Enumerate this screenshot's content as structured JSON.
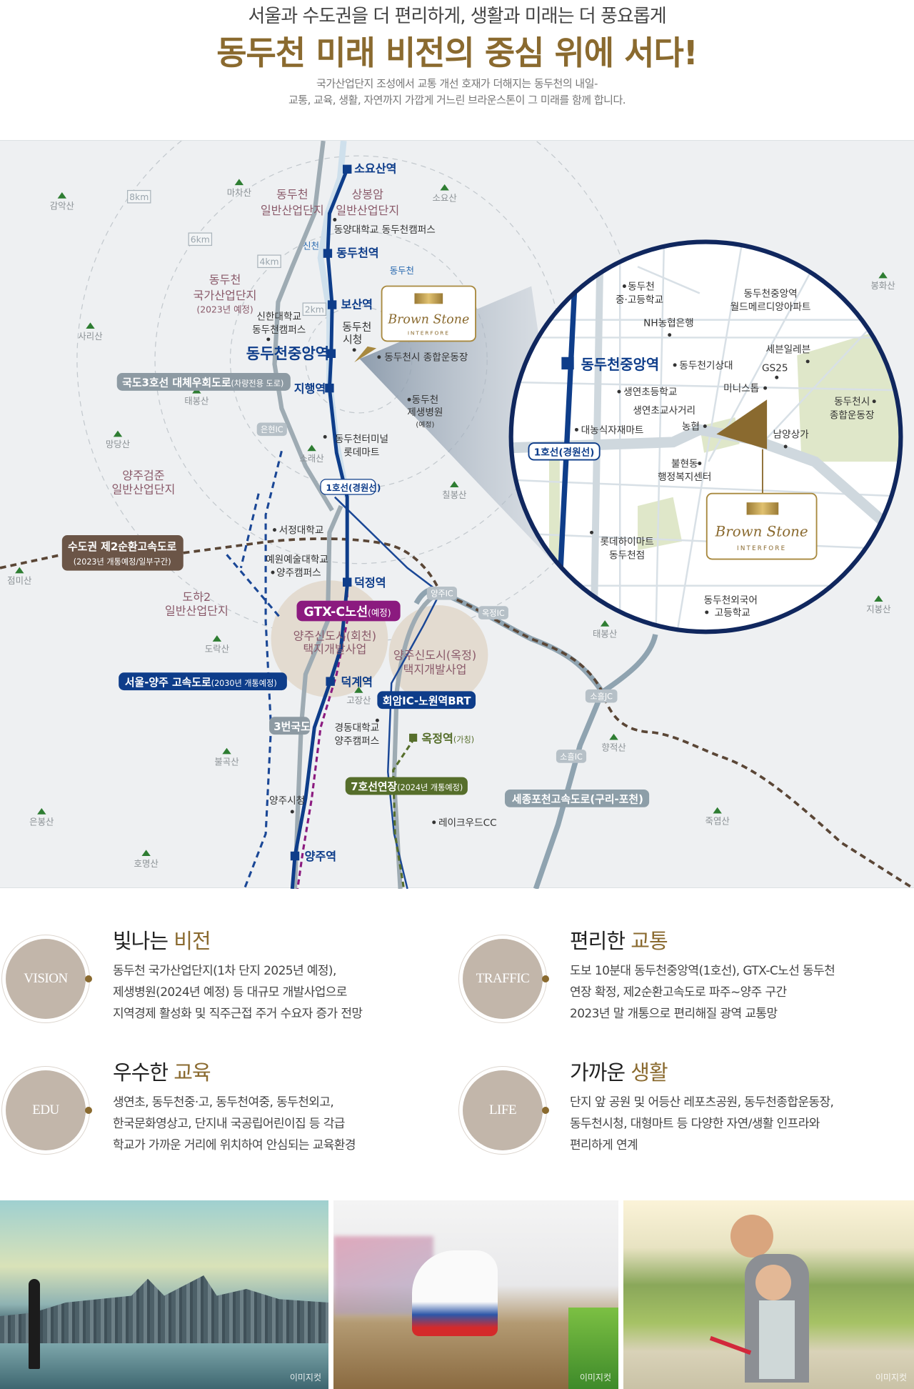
{
  "header": {
    "line1": "서울과 수도권을 더 편리하게, 생활과 미래는 더 풍요롭게",
    "title": "동두천 미래 비전의 중심 위에 서다!",
    "desc1": "국가산업단지 조성에서 교통 개선 호재가 더해지는 동두천의 내일-",
    "desc2": "교통, 교육, 생활, 자연까지 가깝게 거느린 브라운스톤이 그 미래를 함께 합니다."
  },
  "map": {
    "stations": {
      "soyosan": "소요산역",
      "dongducheon": "동두천역",
      "bosan": "보산역",
      "central": "동두천중앙역",
      "jihaeng": "지행역",
      "deokjeong": "덕정역",
      "deokgye": "덕계역",
      "yangju": "양주역",
      "okjeong": "옥정역",
      "okjeong_note": "(가칭)"
    },
    "districts": {
      "sangbong_1": "상봉암",
      "sangbong_2": "일반산업단지",
      "ddc_ind_1": "동두천",
      "ddc_ind_2": "일반산업단지",
      "national_1": "동두천",
      "national_2": "국가산업단지",
      "national_3": "(2023년 예정)",
      "geomjun_1": "양주검준",
      "geomjun_2": "일반산업단지",
      "doha_1": "도하2",
      "doha_2": "일반산업단지",
      "hoecheon_1": "양주신도시(회천)",
      "hoecheon_2": "택지개발사업",
      "okjeong_1": "양주신도시(옥정)",
      "okjeong_2": "택지개발사업"
    },
    "poi": {
      "dongyang": "동양대학교 동두천캠퍼스",
      "shinhan_1": "신한대학교",
      "shinhan_2": "동두천캠퍼스",
      "cityhall_1": "동두천",
      "cityhall_2": "시청",
      "stadium": "동두천시 종합운동장",
      "hospital_1": "동두천",
      "hospital_2": "제생병원",
      "hospital_3": "(예정)",
      "terminal_1": "동두천터미널",
      "terminal_2": "롯데마트",
      "seojeong": "서정대학교",
      "yewon_1": "예원예술대학교",
      "yewon_2": "양주캠퍼스",
      "kyungdong_1": "경동대학교",
      "kyungdong_2": "양주캠퍼스",
      "yangju_hall": "양주시청",
      "lakewood": "레이크우드CC"
    },
    "water": {
      "sincheon": "신천",
      "dongducheon": "동두천"
    },
    "mountains": [
      "감악산",
      "마차산",
      "소요산",
      "사리산",
      "태봉산",
      "망당산",
      "소래산",
      "칠봉산",
      "점미산",
      "도락산",
      "태봉산",
      "고장산",
      "향적산",
      "불곡산",
      "은봉산",
      "죽엽산",
      "호명산",
      "봉화산",
      "지봉산"
    ],
    "distances": [
      "8km",
      "6km",
      "4km",
      "2km"
    ],
    "ic": {
      "eunhyeon": "은현IC",
      "yangju": "양주IC",
      "okjeong": "옥정IC",
      "soheul_jc": "소흘JC",
      "soheul_ic": "소흘IC"
    },
    "pills": {
      "route3_bypass": "국도3호선 대체우회도로",
      "route3_bypass_note": "(차량전용 도로)",
      "line1": "1호선(경원선)",
      "ring2": "수도권 제2순환고속도로",
      "ring2_note": "(2023년 개통예정/일부구간)",
      "gtx": "GTX-C노선",
      "gtx_note": "(예정)",
      "seoul_yangju": "서울-양주 고속도로",
      "seoul_yangju_note": "(2030년 개통예정)",
      "brt": "회암IC-노원역BRT",
      "route3": "3번국도",
      "line7": "7호선연장",
      "line7_note": "(2024년 개통예정)",
      "sejong": "세종포천고속도로(구리-포천)"
    },
    "brand": {
      "name": "Brown Stone",
      "sub": "INTERFORE"
    },
    "inset": {
      "school_1": "동두천",
      "school_2": "중·고등학교",
      "apt_1": "동두천중앙역",
      "apt_2": "월드메르디앙아파트",
      "nh": "NH농협은행",
      "seven": "세븐일레븐",
      "gs25": "GS25",
      "station": "동두천중앙역",
      "weather": "동두천기상대",
      "ministop": "미니스톱",
      "elem": "생연초등학교",
      "crossing": "생연초교사거리",
      "stadium_1": "동두천시",
      "stadium_2": "종합운동장",
      "nonghyup": "농협",
      "mart": "대농식자재마트",
      "namyang": "남양상가",
      "line1": "1호선(경원선)",
      "office_1": "불현동",
      "office_2": "행정복지센터",
      "himart_1": "롯데하이마트",
      "himart_2": "동두천점",
      "foreign_1": "동두천외국어",
      "foreign_2": "고등학교"
    },
    "colors": {
      "line1": "#0e3d8a",
      "gtx": "#8b1a7f",
      "line7": "#566e2b",
      "ring2": "#6b5547",
      "road": "#8d9ea8",
      "brand": "#8a6a2f",
      "district": "#8a5a6a"
    }
  },
  "features": [
    {
      "badge": "VISION",
      "title_a": "빛나는",
      "title_b": "비전",
      "lines": [
        "동두천 국가산업단지(1차 단지 2025년 예정),",
        "제생병원(2024년 예정) 등 대규모 개발사업으로",
        "지역경제 활성화 및 직주근접 주거 수요자 증가 전망"
      ]
    },
    {
      "badge": "TRAFFIC",
      "title_a": "편리한",
      "title_b": "교통",
      "lines": [
        "도보 10분대 동두천중앙역(1호선), GTX-C노선 동두천",
        "연장 확정, 제2순환고속도로 파주~양주 구간",
        "2023년 말 개통으로 편리해질 광역 교통망"
      ]
    },
    {
      "badge": "EDU",
      "title_a": "우수한",
      "title_b": "교육",
      "lines": [
        "생연초, 동두천중·고, 동두천여중, 동두천외고,",
        "한국문화영상고, 단지내 국공립어린이집 등 각급",
        "학교가 가까운 거리에 위치하여 안심되는 교육환경"
      ]
    },
    {
      "badge": "LIFE",
      "title_a": "가까운",
      "title_b": "생활",
      "lines": [
        "단지 앞 공원 및 어등산 레포츠공원, 동두천종합운동장,",
        "동두천시청, 대형마트 등 다양한 자연/생활 인프라와",
        "편리하게 연계"
      ]
    }
  ],
  "photos": {
    "watermark": "이미지컷"
  }
}
